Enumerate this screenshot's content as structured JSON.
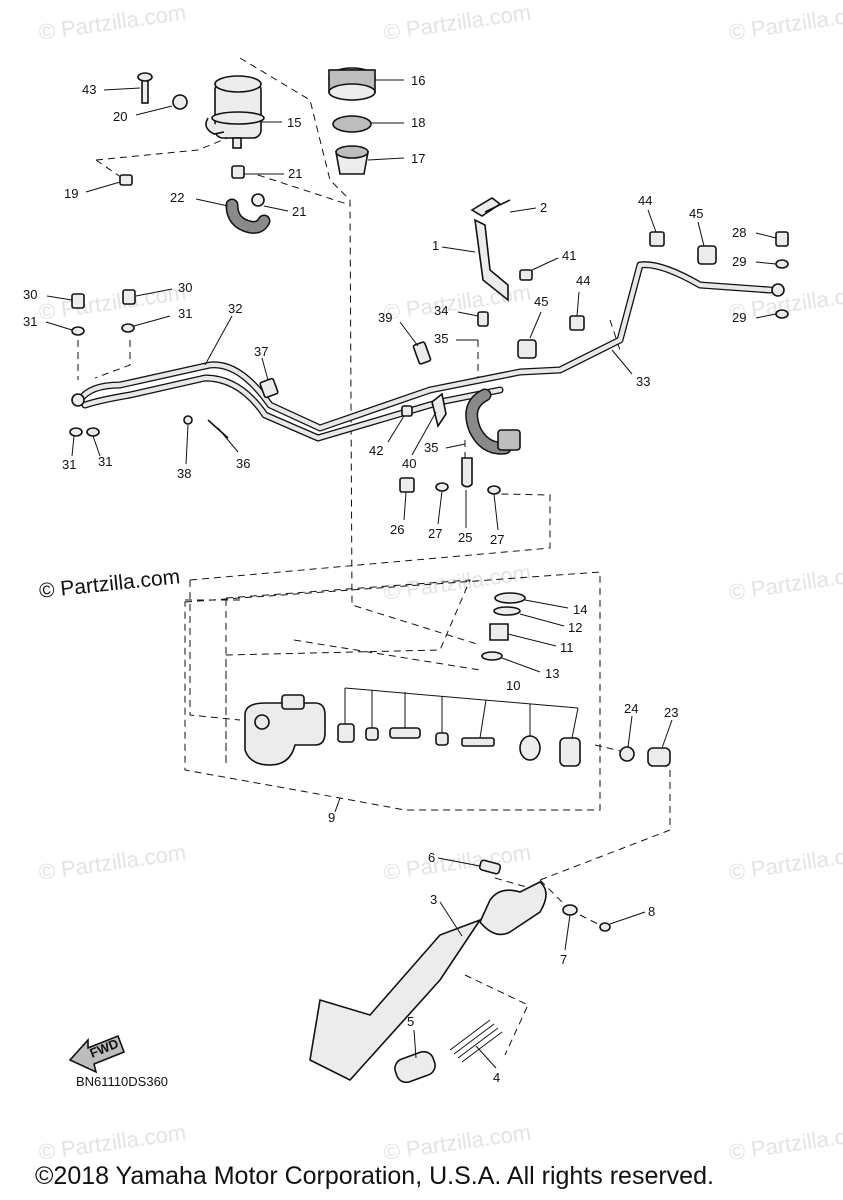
{
  "watermark": "© Partzilla.com",
  "credit": "© Partzilla.com",
  "diagram_code": "BN61110DS360",
  "fwd_label": "FWD",
  "copyright": "©2018 Yamaha Motor Corporation, U.S.A. All rights reserved.",
  "callouts": {
    "c1": "1",
    "c2": "2",
    "c3": "3",
    "c4": "4",
    "c5": "5",
    "c6": "6",
    "c7": "7",
    "c8": "8",
    "c9": "9",
    "c10": "10",
    "c11": "11",
    "c12": "12",
    "c13": "13",
    "c14": "14",
    "c15": "15",
    "c16": "16",
    "c17": "17",
    "c18": "18",
    "c19": "19",
    "c20": "20",
    "c21a": "21",
    "c21b": "21",
    "c22": "22",
    "c23": "23",
    "c24": "24",
    "c25": "25",
    "c26": "26",
    "c27a": "27",
    "c27b": "27",
    "c28": "28",
    "c29a": "29",
    "c29b": "29",
    "c30a": "30",
    "c30b": "30",
    "c31a": "31",
    "c31b": "31",
    "c31c": "31",
    "c31d": "31",
    "c32": "32",
    "c33": "33",
    "c34": "34",
    "c35a": "35",
    "c35b": "35",
    "c36": "36",
    "c37": "37",
    "c38": "38",
    "c39": "39",
    "c40": "40",
    "c41": "41",
    "c42": "42",
    "c43": "43",
    "c44a": "44",
    "c44b": "44",
    "c45a": "45",
    "c45b": "45"
  }
}
